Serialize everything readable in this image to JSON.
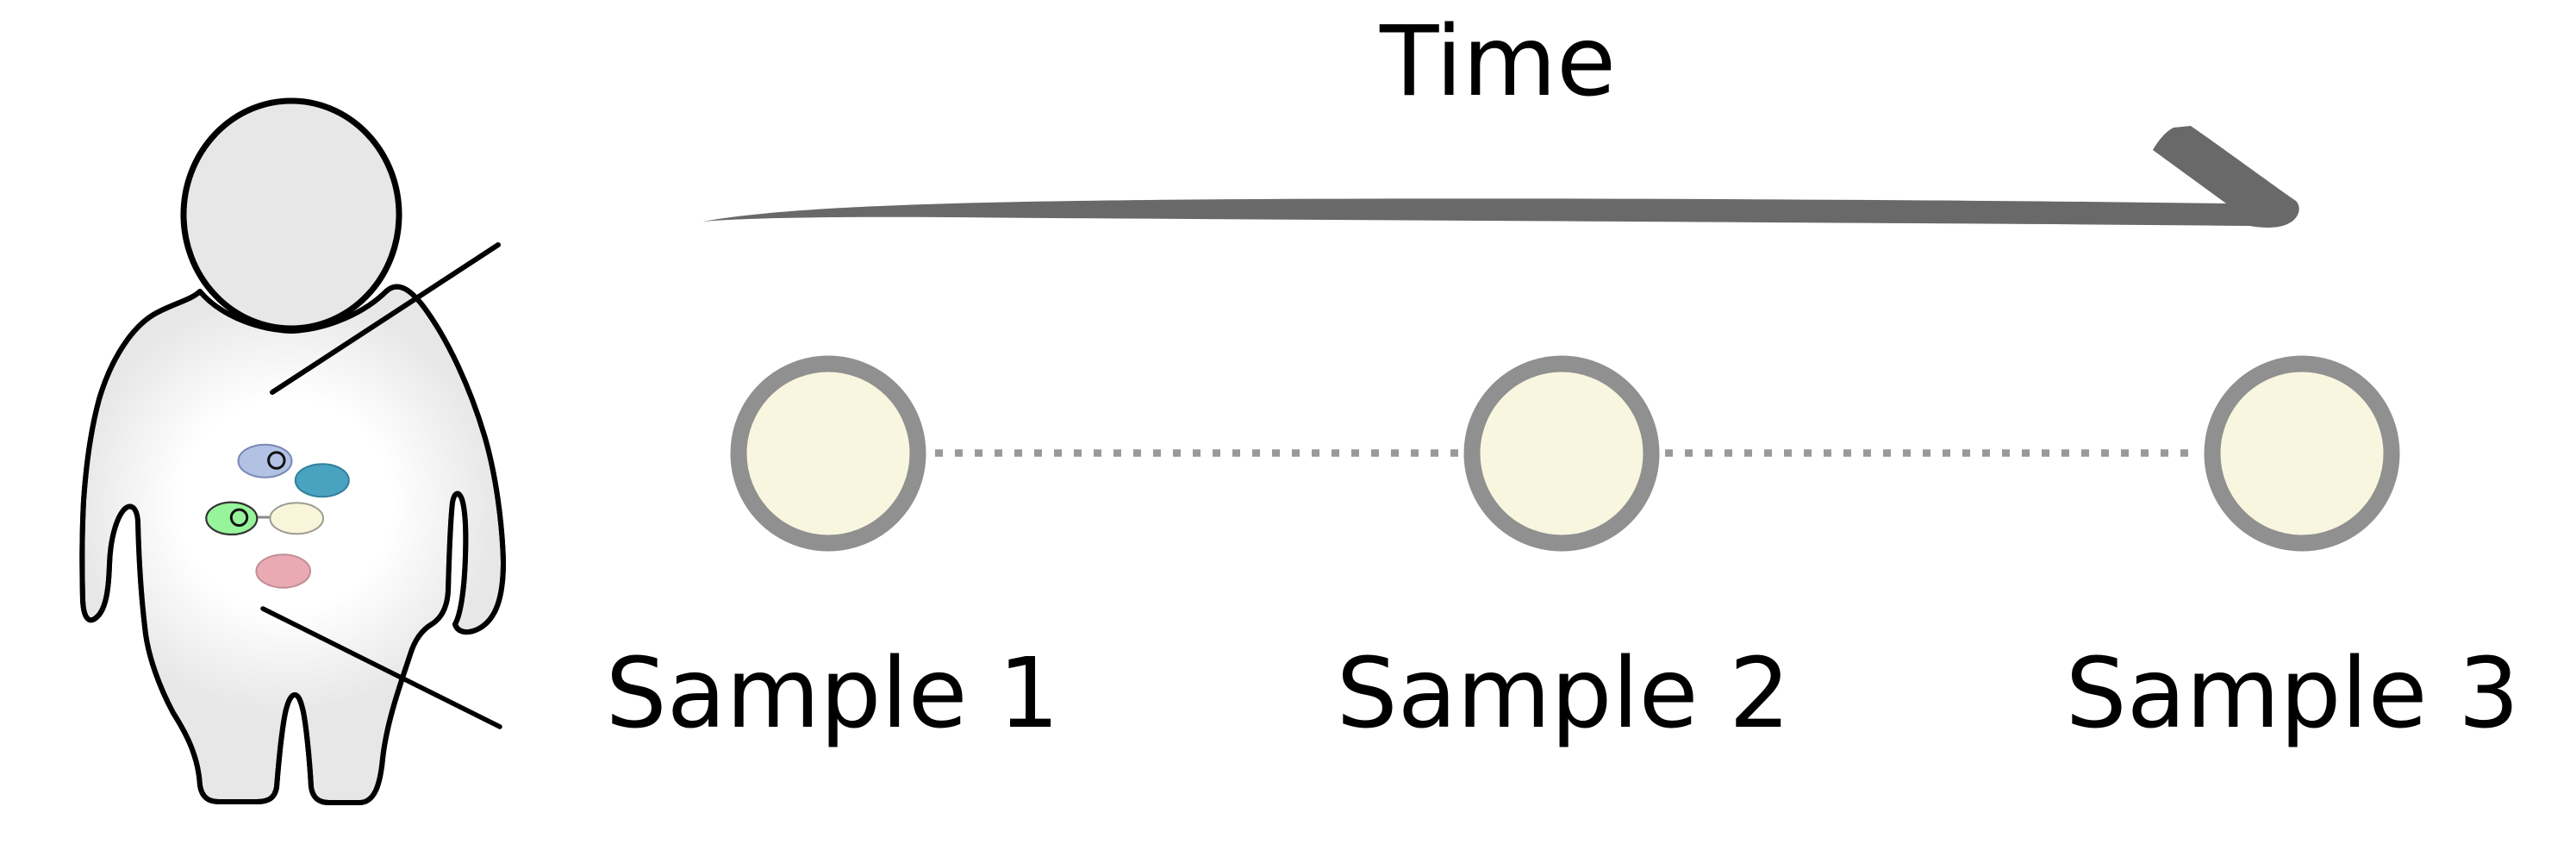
{
  "diagram": {
    "title": "Time",
    "subject_icon": "human-figure-with-gut-microbiome-icon",
    "samples": [
      {
        "label": "Sample 1"
      },
      {
        "label": "Sample 2"
      },
      {
        "label": "Sample 3"
      }
    ]
  },
  "icons": {
    "person": "human-body-silhouette-icon",
    "gut_glow": "gut-highlight-glow",
    "microbes": [
      {
        "name": "blue-microbe-with-nucleus",
        "color": "#b3c2e4"
      },
      {
        "name": "teal-microbe",
        "color": "#48a2c0"
      },
      {
        "name": "green-microbe-with-nucleus",
        "color": "#97f49a"
      },
      {
        "name": "cream-microbe",
        "color": "#f8f5da"
      },
      {
        "name": "pink-microbe",
        "color": "#e9aab3"
      }
    ],
    "arrow": "time-arrow-right-icon"
  },
  "colors": {
    "background": "#ffffff",
    "body_fill": "#e7e7e7",
    "outline": "#000000",
    "arrow": "#696969",
    "sample_fill": "#f9f6df",
    "sample_ring": "#909090",
    "dotted_line": "#999999",
    "text": "#000000"
  }
}
